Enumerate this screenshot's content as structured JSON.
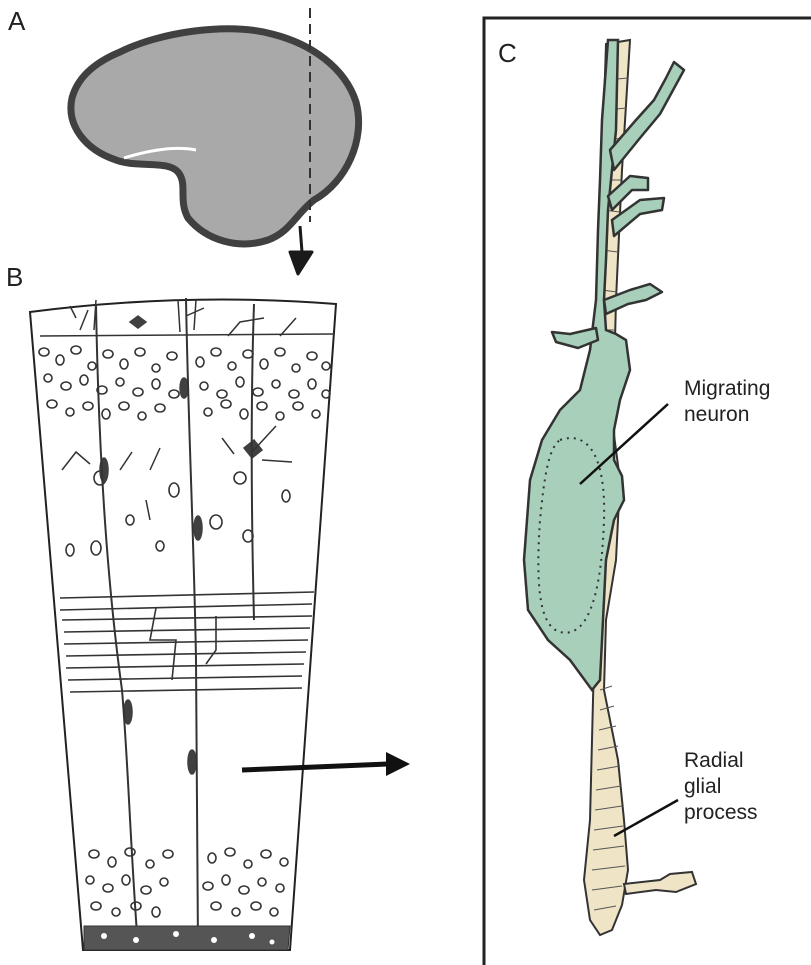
{
  "panels": {
    "a": {
      "letter": "A"
    },
    "b": {
      "letter": "B"
    },
    "c": {
      "letter": "C"
    }
  },
  "labels": {
    "migrating_neuron": "Migrating\nneuron",
    "radial_glial_process": "Radial\nglial\nprocess"
  },
  "colors": {
    "brain_fill": "#a9a9a9",
    "outline": "#404040",
    "neuron_fill": "#a7cfb9",
    "glia_fill": "#efe4c6",
    "frame": "#222222"
  }
}
